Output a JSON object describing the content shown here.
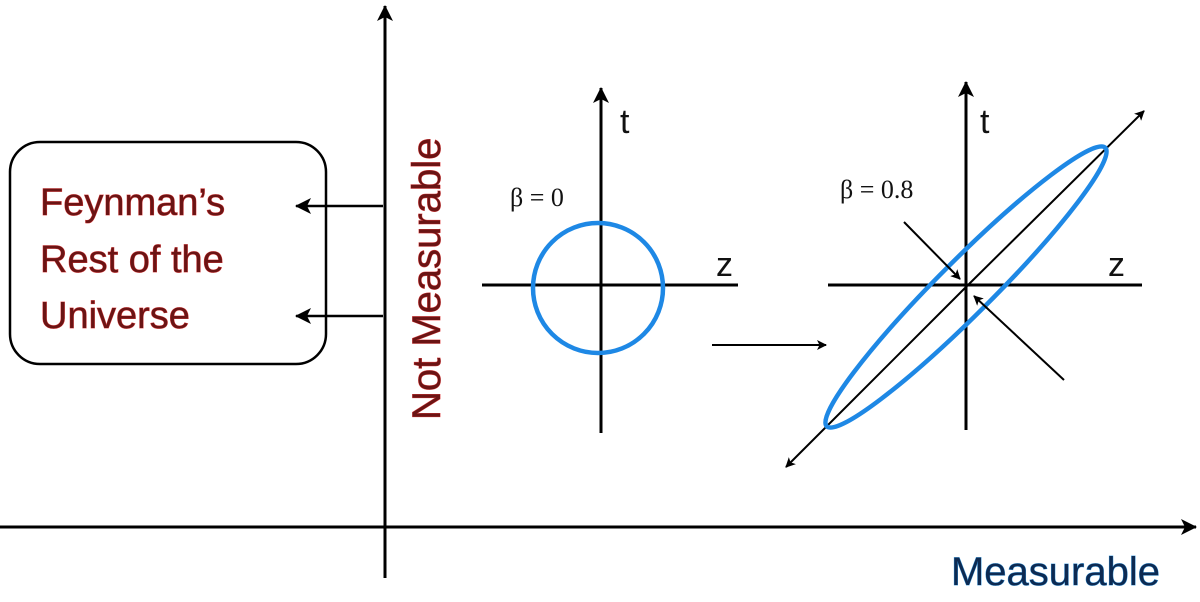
{
  "axes": {
    "horizontal_label": "Measurable",
    "vertical_label": "Not Measurable"
  },
  "box": {
    "lines": [
      "Feynman’s",
      "Rest of the",
      "Universe"
    ]
  },
  "rest_frame": {
    "t_label": "t",
    "z_label": "z",
    "beta_label": "β = 0"
  },
  "moving_frame": {
    "t_label": "t",
    "z_label": "z",
    "beta_label": "β = 0.8"
  },
  "colors": {
    "ellipse": "#1e88e5",
    "box_text": "#6b1414",
    "axis_label": "#0d2a52"
  }
}
